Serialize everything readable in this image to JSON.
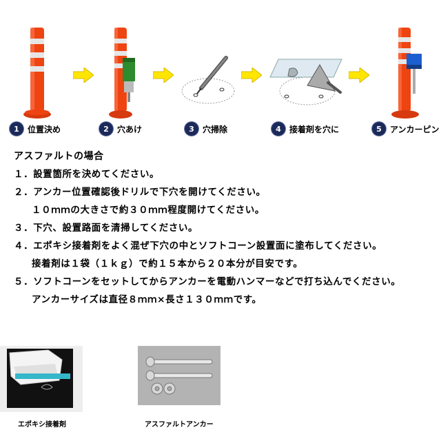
{
  "steps": [
    {
      "number": "1",
      "label": "位置決め"
    },
    {
      "number": "2",
      "label": "穴あけ"
    },
    {
      "number": "3",
      "label": "穴掃除"
    },
    {
      "number": "4",
      "label": "接着剤を穴に"
    },
    {
      "number": "5",
      "label": "アンカーピン"
    }
  ],
  "section_title": "アスファルトの場合",
  "instructions": [
    {
      "text": "１．設置箇所を決めてください。",
      "indent": false
    },
    {
      "text": "２．アンカー位置確認後ドリルで下穴を開けてください。",
      "indent": false
    },
    {
      "text": "１０ｍｍの大きさで約３０ｍｍ程度開けてください。",
      "indent": true
    },
    {
      "text": "３．下穴、設置路面を清掃してください。",
      "indent": false
    },
    {
      "text": "４．エポキシ接着剤をよく混ぜ下穴の中とソフトコーン設置面に塗布してください。",
      "indent": false
    },
    {
      "text": "接着剤は１袋（１ｋｇ）で約１５本から２０本分が目安です。",
      "indent": true
    },
    {
      "text": "５．ソフトコーンをセットしてからアンカーを電動ハンマーなどで打ち込んでください。",
      "indent": false
    },
    {
      "text": "アンカーサイズは直径８ｍｍ×長さ１３０ｍｍです。",
      "indent": true
    }
  ],
  "products": [
    {
      "caption": "エポキシ接着剤"
    },
    {
      "caption": "アスファルトアンカー"
    }
  ],
  "colors": {
    "post_orange": "#ee4411",
    "reflective_band": "#dddddd",
    "arrow_yellow": "#ffe600",
    "step_circle": "#1c2a5a",
    "adhesive_green": "#2e8b2e",
    "pin_blue": "#1d5fd0"
  }
}
